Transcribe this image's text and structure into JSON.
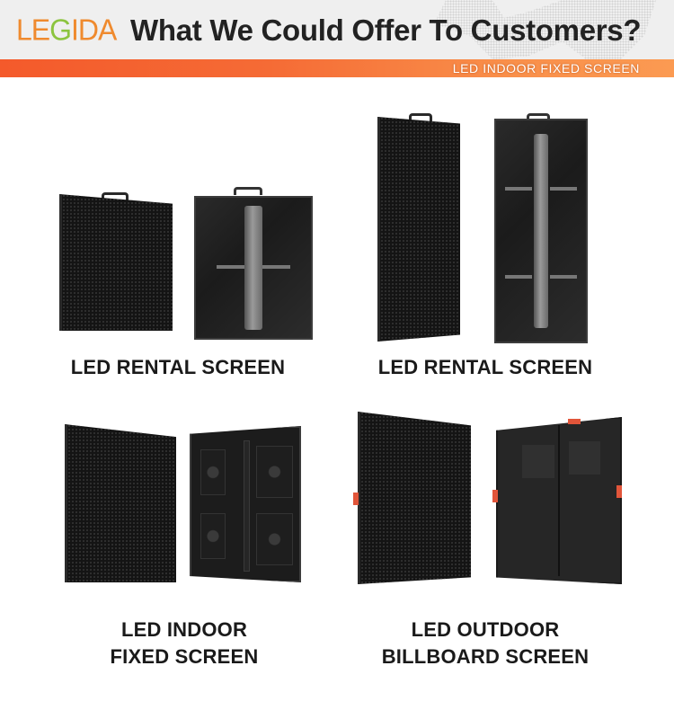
{
  "header": {
    "logo": {
      "part1": "LE",
      "part2": "G",
      "part3": "IDA"
    },
    "title": "What We Could Offer To Customers?",
    "subtitle": "LED INDOOR FIXED SCREEN"
  },
  "colors": {
    "logo_orange": "#ef8a2e",
    "logo_green": "#8cc43f",
    "banner_orange_start": "#f45a2b",
    "banner_orange_end": "#fb9a52",
    "header_bg": "#efefef",
    "title_text": "#222222"
  },
  "products": [
    {
      "id": "rental-square",
      "label_line1": "LED RENTAL SCREEN",
      "label_line2": "",
      "images": [
        "front-panel",
        "back-panel"
      ]
    },
    {
      "id": "rental-tall",
      "label_line1": "LED RENTAL SCREEN",
      "label_line2": "",
      "images": [
        "front-panel",
        "back-panel"
      ]
    },
    {
      "id": "indoor-fixed",
      "label_line1": "LED INDOOR",
      "label_line2": "FIXED SCREEN",
      "images": [
        "front-panel",
        "back-panel"
      ]
    },
    {
      "id": "outdoor-billboard",
      "label_line1": "LED OUTDOOR",
      "label_line2": "BILLBOARD SCREEN",
      "images": [
        "front-panel",
        "back-panel"
      ]
    }
  ]
}
